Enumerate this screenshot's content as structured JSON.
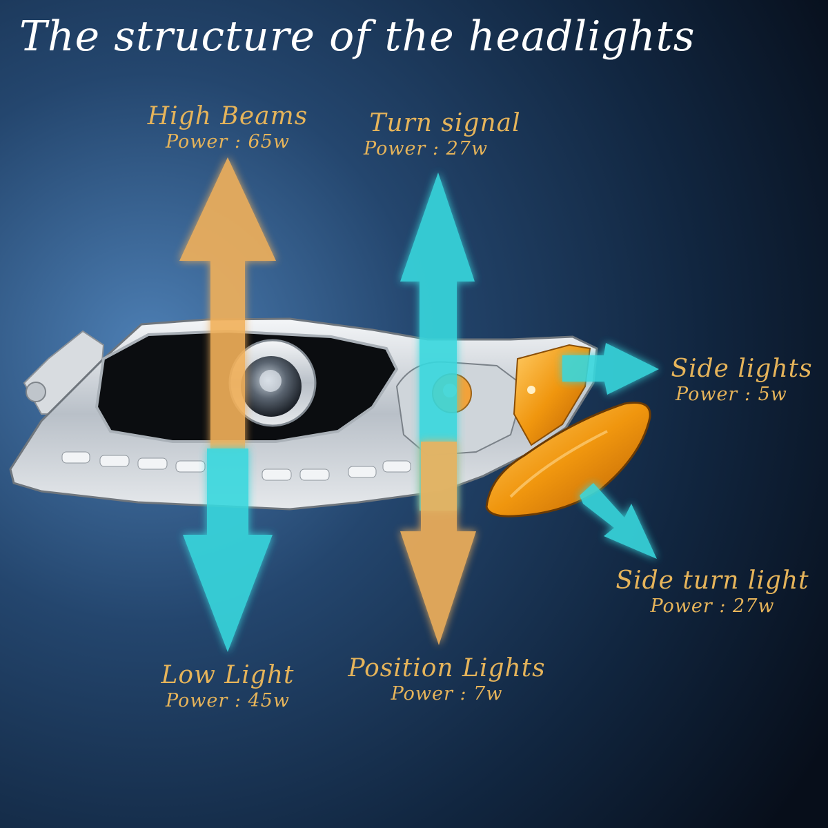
{
  "title": "The structure of the headlights",
  "colors": {
    "amber_arrow": "#f2b15a",
    "cyan_arrow": "#38d8de",
    "label_gold": "#e6b45a",
    "title_white": "#ffffff",
    "background": "#0b1a2c"
  },
  "labels": {
    "high_beams": {
      "name": "High Beams",
      "power": "Power : 65w"
    },
    "turn_signal": {
      "name": "Turn signal",
      "power": "Power : 27w"
    },
    "side_lights": {
      "name": "Side lights",
      "power": "Power : 5w"
    },
    "side_turn_light": {
      "name": "Side turn light",
      "power": "Power : 27w"
    },
    "low_light": {
      "name": "Low Light",
      "power": "Power : 45w"
    },
    "position_lights": {
      "name": "Position Lights",
      "power": "Power : 7w"
    }
  }
}
